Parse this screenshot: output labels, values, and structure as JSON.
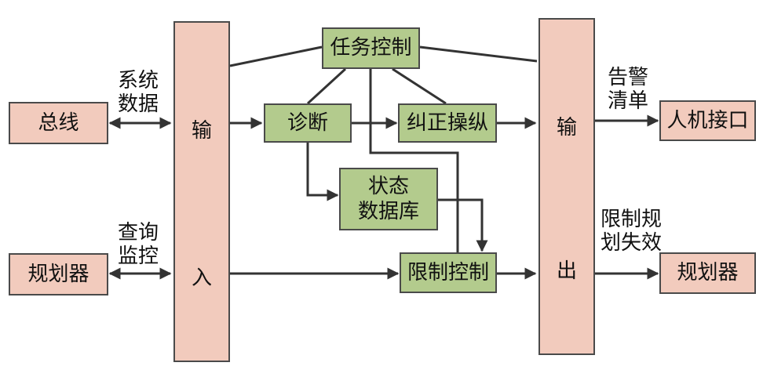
{
  "nodes": {
    "bus": "总线",
    "planner_left": "规划器",
    "input_top": "输",
    "input_bottom": "入",
    "task_control": "任务控制",
    "diagnosis": "诊断",
    "correction": "纠正操纵",
    "state_db": "状态\n数据库",
    "limit_control": "限制控制",
    "output_top": "输",
    "output_bottom": "出",
    "hmi": "人机接口",
    "planner_right": "规划器"
  },
  "labels": {
    "system_data": "系统\n数据",
    "query_monitor": "查询\n监控",
    "alarm_list": "告警\n清单",
    "limit_planning_failure": "限制规\n划失效"
  },
  "colors": {
    "process_box": "#b3cb8d",
    "io_box": "#f2cbbd",
    "line": "#333333"
  }
}
